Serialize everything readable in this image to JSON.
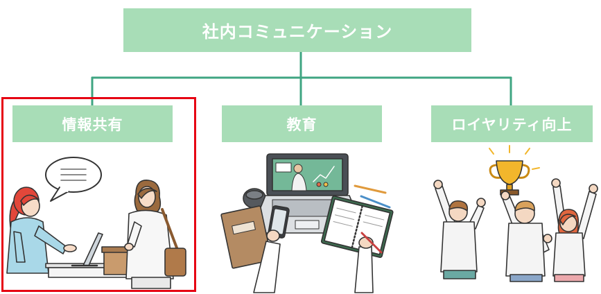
{
  "diagram": {
    "root": {
      "label": "社内コミュニケーション"
    },
    "branches": [
      {
        "label": "情報共有",
        "highlighted": true
      },
      {
        "label": "教育",
        "highlighted": false
      },
      {
        "label": "ロイヤリティ向上",
        "highlighted": false
      }
    ]
  },
  "icons": {
    "branch_0": "colleagues-conversation-illustration",
    "branch_1": "online-study-laptop-illustration",
    "branch_2": "team-trophy-celebration-illustration"
  },
  "colors": {
    "node_fill": "#a8ddb7",
    "node_text": "#ffffff",
    "connector": "#3fa582",
    "highlight": "#e60012"
  }
}
